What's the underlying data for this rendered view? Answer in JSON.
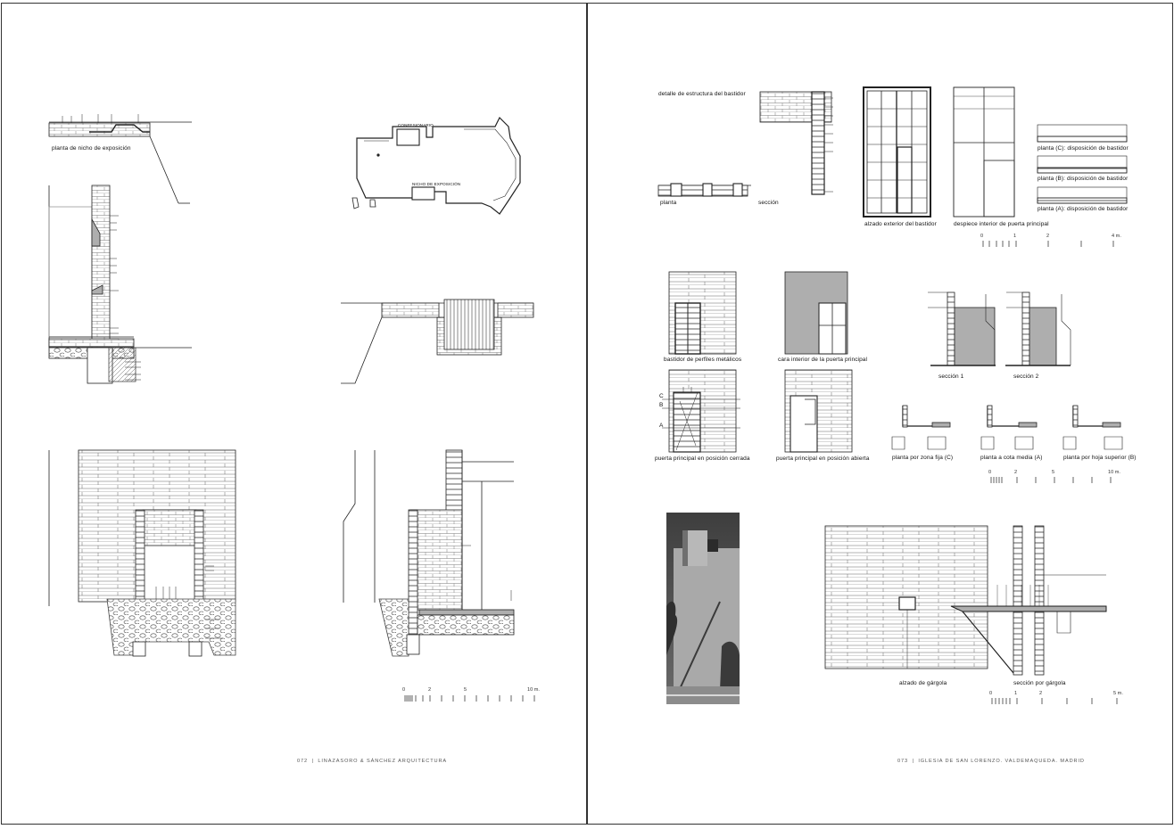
{
  "left_page": {
    "labels": {
      "plan_exposition": "planta de nicho de exposición",
      "plan_tag_a": "CONFESIONARIO",
      "plan_tag_b": "NICHO DE EXPOSICIÓN"
    },
    "scale": {
      "ticks": [
        "0",
        "2",
        "5",
        "10 m."
      ]
    },
    "folio": {
      "number": "072",
      "text": "LINAZASORO & SÁNCHEZ ARQUITECTURA"
    }
  },
  "right_page": {
    "labels": {
      "frame_detail": "detalle de estructura del bastidor",
      "plan": "planta",
      "section": "sección",
      "frame_elevation": "alzado exterior del bastidor",
      "door_exploded": "despiece interior de puerta principal",
      "plan_c": "planta (C): disposición de bastidor",
      "plan_b": "planta (B): disposición de bastidor",
      "plan_a": "planta (A): disposición de bastidor",
      "metal_frame": "bastidor de perfiles metálicos",
      "inner_face": "cara interior de la puerta principal",
      "door_closed": "puerta principal en posición cerrada",
      "door_open": "puerta principal en posición abierta",
      "section_1": "sección 1",
      "section_2": "sección 2",
      "plan_fixed": "planta por zona fija (C)",
      "plan_mid": "planta a cota media (A)",
      "plan_upper": "planta por hoja superior (B)",
      "gargoyle_elevation": "alzado de gárgola",
      "gargoyle_section": "sección por gárgola",
      "tag_c": "C",
      "tag_b": "B",
      "tag_a": "A"
    },
    "scales": {
      "top": [
        "0",
        "1",
        "2",
        "4 m."
      ],
      "middle": [
        "0",
        "2",
        "5",
        "10 m."
      ],
      "bottom": [
        "0",
        "1",
        "2",
        "5 m."
      ]
    },
    "folio": {
      "number": "073",
      "text": "IGLESIA DE SAN LORENZO. VALDEMAQUEDA. MADRID"
    }
  },
  "colors": {
    "line": "#222222",
    "paper": "#ffffff",
    "hatch": "#8a8a8a"
  }
}
